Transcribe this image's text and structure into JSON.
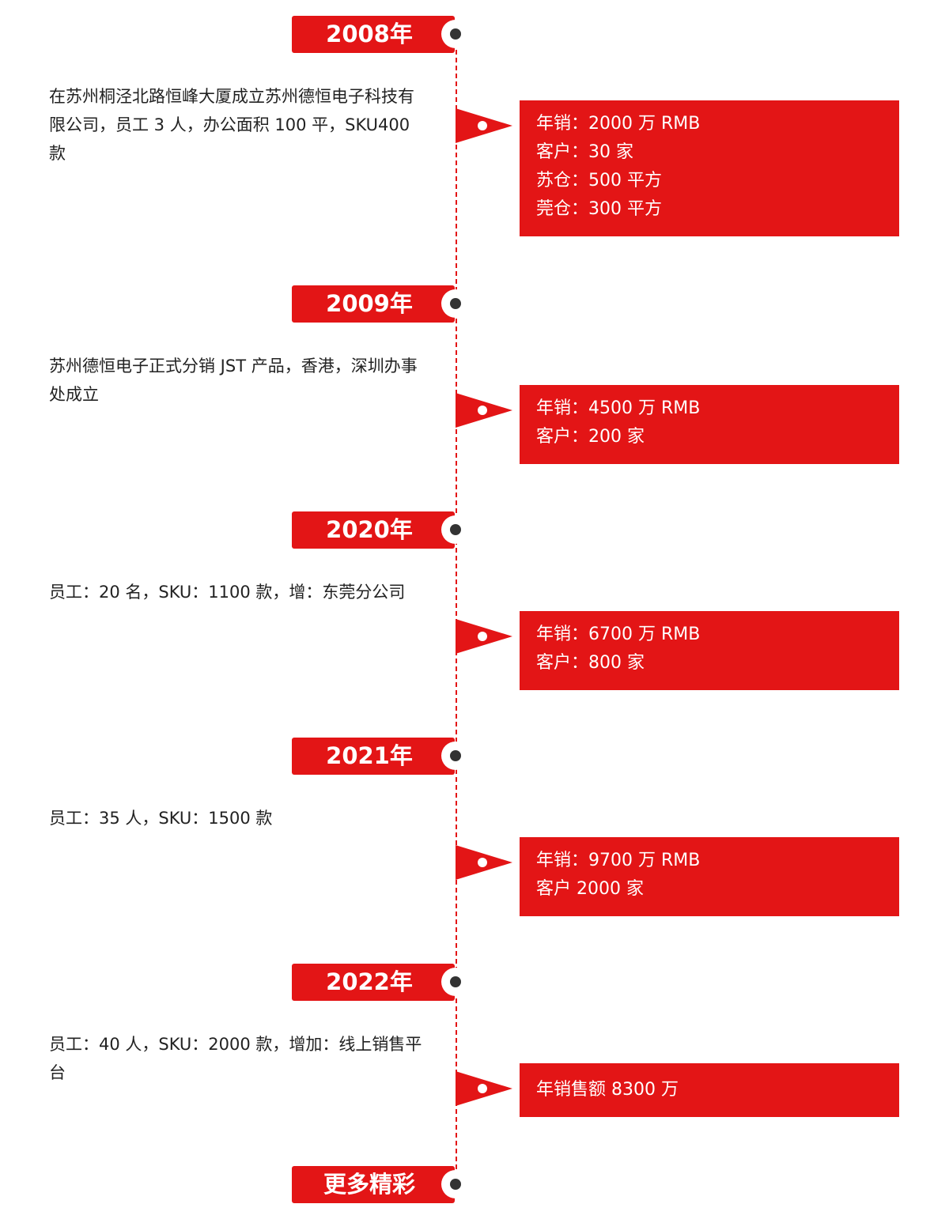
{
  "entries": [
    {
      "year": "2008年",
      "desc": "在苏州桐泾北路恒峰大厦成立苏州德恒电子科技有限公司，员工 3 人，办公面积 100 平，SKU400 款",
      "stats": [
        "年销：2000 万 RMB",
        "客户：30 家",
        "苏仓：500 平方",
        "莞仓：300 平方"
      ]
    },
    {
      "year": "2009年",
      "desc": "苏州德恒电子正式分销 JST 产品，香港，深圳办事处成立",
      "stats": [
        "年销：4500 万 RMB",
        "客户：200 家"
      ]
    },
    {
      "year": "2020年",
      "desc": "员工：20 名，SKU：1100 款，增：东莞分公司",
      "stats": [
        "年销：6700 万 RMB",
        "客户：800 家"
      ]
    },
    {
      "year": "2021年",
      "desc": "员工：35 人，SKU：1500 款",
      "stats": [
        "年销：9700 万 RMB",
        "客户 2000 家"
      ]
    },
    {
      "year": "2022年",
      "desc": "员工：40 人，SKU：2000 款，增加：线上销售平台",
      "stats": [
        "年销售额 8300 万"
      ]
    }
  ],
  "more_label": "更多精彩"
}
